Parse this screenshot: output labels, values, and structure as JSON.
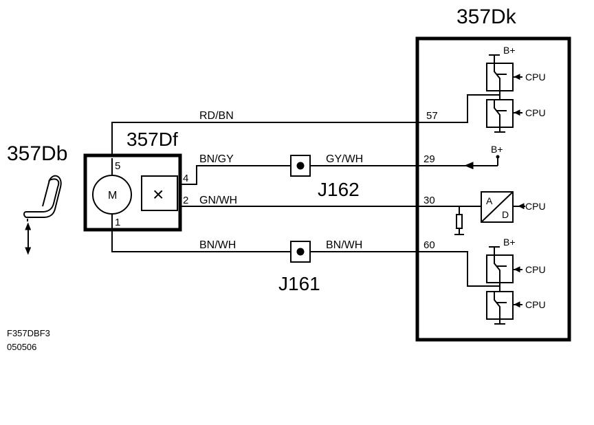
{
  "components": {
    "seat": "357Db",
    "motor_module": "357Df",
    "control_unit": "357Dk",
    "motor_symbol": "M",
    "sensor_symbol": "×",
    "ad_converter_a": "A",
    "ad_converter_d": "D"
  },
  "connectors": {
    "j162": "J162",
    "j161": "J161"
  },
  "wires": {
    "rd_bn": "RD/BN",
    "bn_gy": "BN/GY",
    "gy_wh": "GY/WH",
    "gn_wh": "GN/WH",
    "bn_wh_left": "BN/WH",
    "bn_wh_right": "BN/WH"
  },
  "pins": {
    "motor_5": "5",
    "motor_1": "1",
    "sensor_4": "4",
    "sensor_2": "2",
    "ecu_57": "57",
    "ecu_29": "29",
    "ecu_30": "30",
    "ecu_60": "60"
  },
  "supply": {
    "bplus_top": "B+",
    "bplus_29": "B+",
    "bplus_bottom": "B+"
  },
  "cpu_labels": [
    "CPU",
    "CPU",
    "CPU",
    "CPU",
    "CPU"
  ],
  "footer": {
    "ref_code": "F357DBF3",
    "date_code": "050506"
  }
}
